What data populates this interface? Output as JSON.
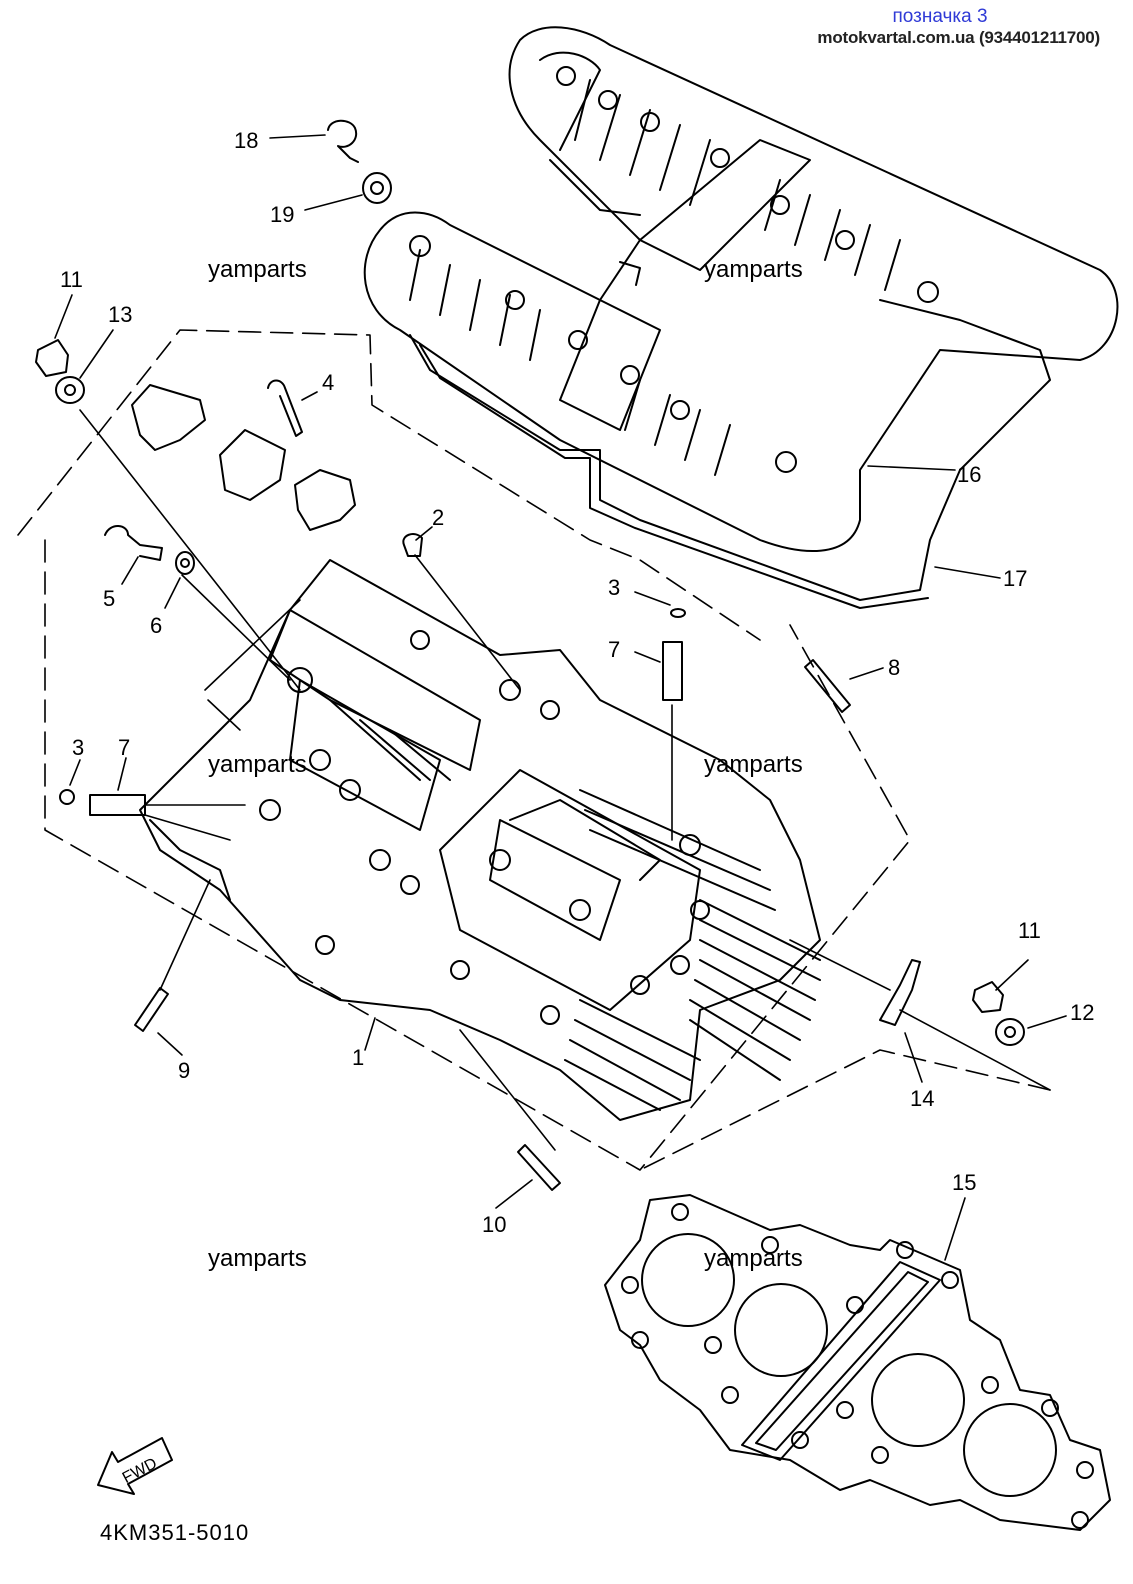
{
  "header": {
    "mark_label": "позначка 3",
    "site_text": "motokvartal.com.ua (934401211700)"
  },
  "watermarks": [
    "yamparts",
    "yamparts",
    "yamparts",
    "yamparts",
    "yamparts",
    "yamparts"
  ],
  "callouts": [
    "18",
    "19",
    "11",
    "13",
    "4",
    "2",
    "5",
    "6",
    "3",
    "7",
    "16",
    "17",
    "3",
    "7",
    "8",
    "11",
    "12",
    "14",
    "9",
    "1",
    "10",
    "15"
  ],
  "fwd_label": "FWD",
  "diagram_code": "4KM351-5010"
}
